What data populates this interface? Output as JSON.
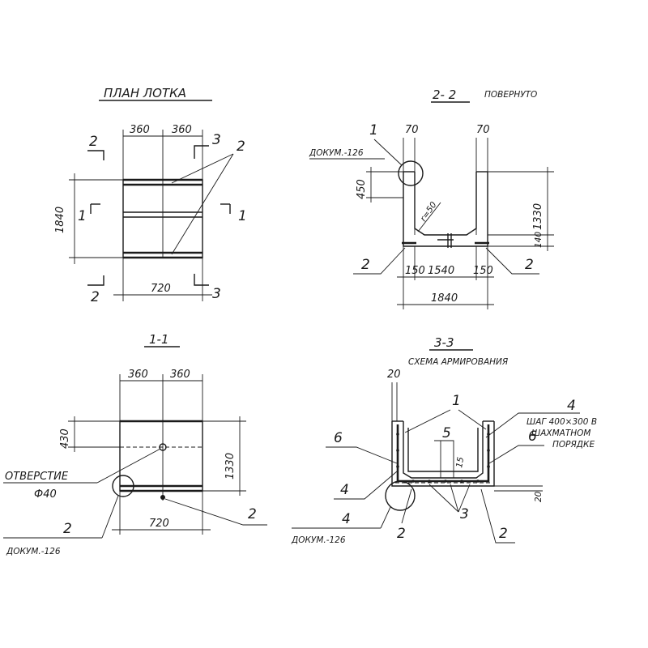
{
  "colors": {
    "ink": "#1a1a1a",
    "paper": "#ffffff"
  },
  "plan": {
    "title": "ПЛАН ЛОТКА",
    "dim_top_left": "360",
    "dim_top_right": "360",
    "dim_bottom": "720",
    "dim_left": "1840",
    "section_2_top": "2",
    "section_2_bottom": "2",
    "section_3_top": "3",
    "section_3_bottom": "3",
    "section_1_left": "1",
    "section_1_right": "1",
    "callout_2": "2"
  },
  "section_2_2": {
    "title": "2- 2",
    "subtitle": "ПОВЕРНУТО",
    "dim_wall_left": "70",
    "dim_wall_right": "70",
    "dim_450": "450",
    "dim_1330": "1330",
    "dim_140": "140",
    "dim_r50": "r=50",
    "dim_150_left": "150",
    "dim_1540": "1540",
    "dim_150_right": "150",
    "dim_1840": "1840",
    "callout_1": "1",
    "doc_ref": "ДОКУМ.-126",
    "callout_2_left": "2",
    "callout_2_right": "2"
  },
  "section_1_1": {
    "title": "1-1",
    "dim_top_left": "360",
    "dim_top_right": "360",
    "dim_430": "430",
    "dim_1330": "1330",
    "dim_720": "720",
    "hole_label": "ОТВЕРСТИЕ",
    "hole_size": "Ф40",
    "callout_2_left": "2",
    "doc_ref": "ДОКУМ.-126",
    "callout_2_right": "2"
  },
  "section_3_3": {
    "title": "3-3",
    "subtitle": "СХЕМА АРМИРОВАНИЯ",
    "dim_20_top": "20",
    "dim_20_right": "20",
    "callout_1": "1",
    "callout_4_right": "4",
    "note_line1": "ШАГ 400×300 В",
    "note_line2": "ШАХМАТНОМ",
    "note_line3": "ПОРЯДКЕ",
    "callout_6_left": "6",
    "callout_6_right": "6",
    "callout_5": "5",
    "callout_15": "15",
    "callout_4_mid": "4",
    "callout_4_low": "4",
    "doc_ref": "ДОКУМ.-126",
    "callout_2_mid": "2",
    "callout_3": "3",
    "callout_2_right": "2"
  }
}
